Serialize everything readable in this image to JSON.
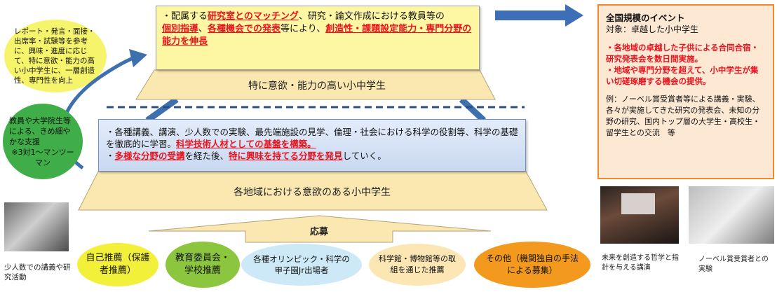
{
  "top_left_circle": {
    "text": "レポート・発言・面接・出席率・試験等を参考に、興味・進度に応じて、特に意欲・能力の高い小中学生に、一層創造性、専門性を向上"
  },
  "support_circle": {
    "line1": "教員や大学院生等による、きめ細やかな支援",
    "line2": "※3対1～マンツーマン"
  },
  "upper_box": {
    "bullet": "・",
    "t1": "配属する",
    "r1": "研究室とのマッチング",
    "t2": "、研究・論文作成における教員等の",
    "r2": "個別指導",
    "t3": "、",
    "r3": "各種機会での発表",
    "t4": "等により、",
    "r4": "創造性・課題設定能力・専門分野の能力を伸長"
  },
  "upper_label": "特に意欲・能力の高い小中学生",
  "lower_box": {
    "l1": "・各種講義、講演、少人数での実験、最先端施設の見学、倫理・社会における科学の役割等、科学の基礎を徹底的に学習。",
    "l1_red": "科学技術人材としての基盤を構築。",
    "l2_bullet": "・",
    "l2_red1": "多様な分野の受講",
    "l2_t1": "を経た後、",
    "l2_red2": "特に興味を持てる分野を発見",
    "l2_t2": "していく。"
  },
  "lower_label": "各地域における意欲のある小中学生",
  "apply_label": "応募",
  "event": {
    "title": "全国規模のイベント",
    "target": "対象：卓越した小中学生",
    "item1": "・各地域の卓越した子供による合同合宿・研究発表会を数日間実施。",
    "item2": "・地域や専門分野を超えて、小中学生が集い切磋琢磨する機会の提供。",
    "example": "例：ノーベル賞受賞者等による講義・実験、各々が実施してきた研究の発表会、未知の分野の研究、国内トップ層の大学生・高校生・留学生との交流　等"
  },
  "ovals": [
    {
      "text": "自己推薦（保護者推薦）",
      "color": "#f3f03a"
    },
    {
      "text": "教育委員会・学校推薦",
      "color": "#8cc63e"
    },
    {
      "text": "各種オリンピック・科学の甲子園Jr出場者",
      "color": "#cde9f7"
    },
    {
      "text": "科学館・博物館等の取組を通じた推薦",
      "color": "#fbe6b4"
    },
    {
      "text": "その他（機関独自の手法による募集）",
      "color": "#f39a1e"
    }
  ],
  "captions": {
    "left_photo": "少人数での講義や研究活動",
    "mid_photo": "未来を創造する哲学と指針を与える講演",
    "right_photo": "ノーベル賞受賞者との実験"
  }
}
